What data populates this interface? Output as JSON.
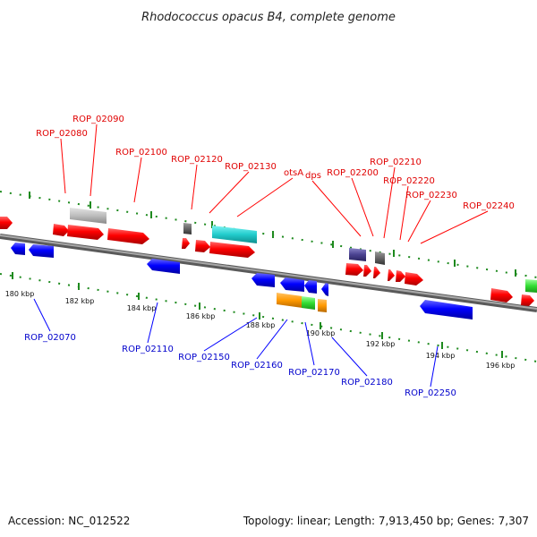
{
  "title": "Rhodococcus opacus B4, complete genome",
  "footer": {
    "accession": "Accession: NC_012522",
    "stats": "Topology: linear; Length: 7,913,450 bp; Genes: 7,307"
  },
  "colors": {
    "forward": "#ff0000",
    "reverse": "#0000ff",
    "backbone": "#888888"
  },
  "scale_labels": [
    "180 kbp",
    "182 kbp",
    "184 kbp",
    "186 kbp",
    "188 kbp",
    "190 kbp",
    "192 kbp",
    "194 kbp",
    "196 kbp"
  ],
  "forward_labels": [
    "ROP_02080",
    "ROP_02090",
    "ROP_02100",
    "ROP_02120",
    "ROP_02130",
    "otsA",
    "dps",
    "ROP_02200",
    "ROP_02210",
    "ROP_02220",
    "ROP_02230",
    "ROP_02240"
  ],
  "reverse_labels": [
    "ROP_02070",
    "ROP_02110",
    "ROP_02150",
    "ROP_02160",
    "ROP_02170",
    "ROP_02180",
    "ROP_02250"
  ]
}
